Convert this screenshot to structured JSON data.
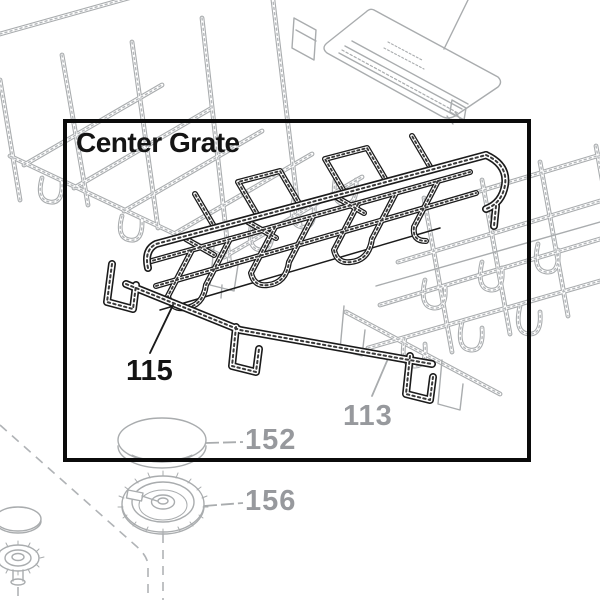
{
  "diagram": {
    "title": "Center Grate",
    "callouts": [
      {
        "part": "center-grate",
        "number": "115",
        "style": "primary"
      },
      {
        "part": "right-grate",
        "number": "113",
        "style": "secondary"
      },
      {
        "part": "burner-cap",
        "number": "152",
        "style": "secondary"
      },
      {
        "part": "surface-burner",
        "number": "156",
        "style": "secondary"
      }
    ],
    "colors": {
      "line_primary": "#1b1b1b",
      "line_secondary": "#a9acae",
      "label_primary": "#141414",
      "label_secondary": "#97999d",
      "highlight_box_border": "#0b0b0b",
      "background": "#ffffff"
    }
  }
}
